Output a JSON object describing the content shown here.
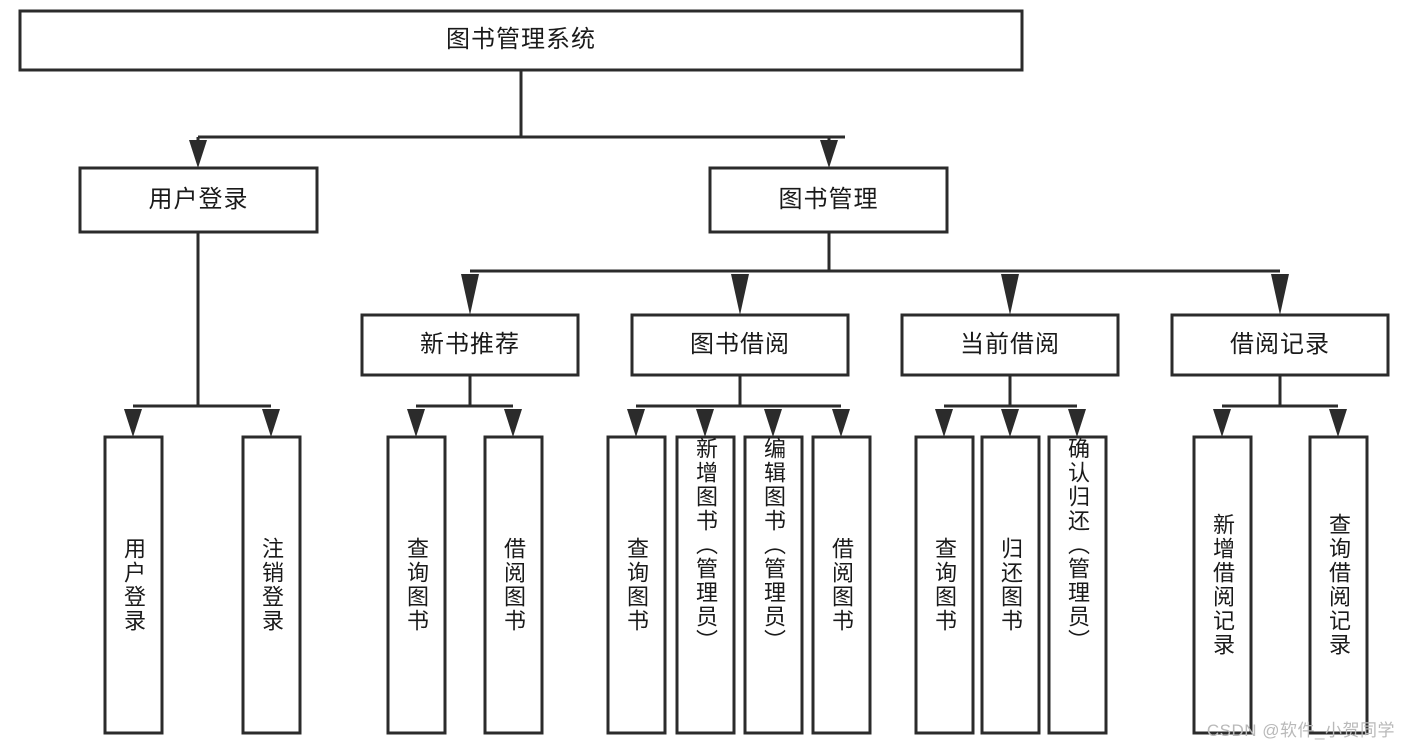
{
  "diagram": {
    "type": "hierarchy-tree",
    "title": "图书管理系统",
    "watermark": "CSDN @软件_小贺同学",
    "colors": {
      "stroke": "#2b2b2b",
      "fill": "#ffffff",
      "text": "#1a1a1a",
      "watermark": "#b9b9b9"
    },
    "levels": {
      "root": {
        "label": "图书管理系统"
      },
      "level2": [
        {
          "label": "用户登录"
        },
        {
          "label": "图书管理"
        }
      ],
      "level3": [
        {
          "label": "新书推荐"
        },
        {
          "label": "图书借阅"
        },
        {
          "label": "当前借阅"
        },
        {
          "label": "借阅记录"
        }
      ],
      "leaves_user_login": [
        {
          "label": "用户登录"
        },
        {
          "label": "注销登录"
        }
      ],
      "leaves_new_book": [
        {
          "label": "查询图书"
        },
        {
          "label": "借阅图书"
        }
      ],
      "leaves_borrow": [
        {
          "label": "查询图书"
        },
        {
          "label": "新增图书（管理员）"
        },
        {
          "label": "编辑图书（管理员）"
        },
        {
          "label": "借阅图书"
        }
      ],
      "leaves_current": [
        {
          "label": "查询图书"
        },
        {
          "label": "归还图书"
        },
        {
          "label": "确认归还（管理员）"
        }
      ],
      "leaves_record": [
        {
          "label": "新增借阅记录"
        },
        {
          "label": "查询借阅记录"
        }
      ]
    }
  }
}
